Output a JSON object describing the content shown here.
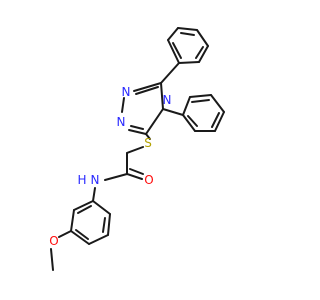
{
  "molecule": {
    "colors": {
      "bond": "#1a1a1a",
      "nitrogen": "#2a2aff",
      "oxygen": "#ff0d0d",
      "sulfur": "#b3a200",
      "background": "#ffffff"
    },
    "labels": {
      "n1": "N",
      "n2": "N",
      "n4": "N",
      "s": "S",
      "o_carbonyl": "O",
      "nh_n": "N",
      "nh_h": "H",
      "o_methoxy": "O"
    }
  }
}
